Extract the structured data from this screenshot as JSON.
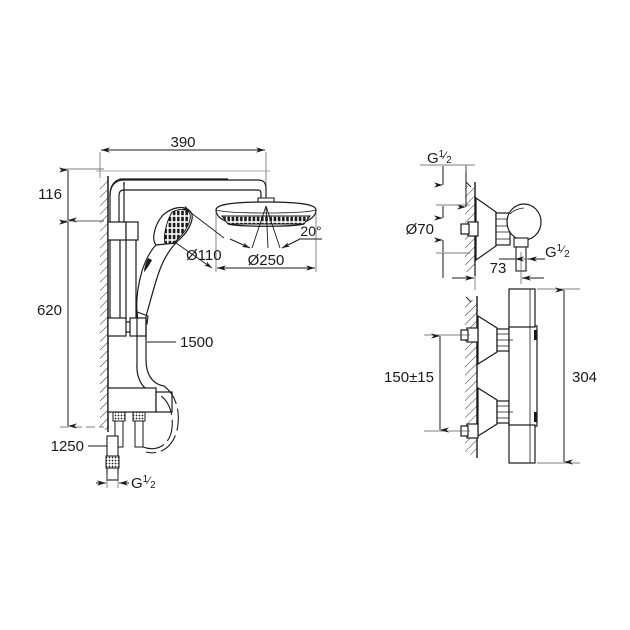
{
  "drawing": {
    "title": "Shower system technical dimension drawing",
    "line_color": "#1a1a1a",
    "thin_line_color": "#555555",
    "background": "#ffffff",
    "units": "mm"
  },
  "views": {
    "main": {
      "name": "shower-column-elevation",
      "dimensions": {
        "arm_length": "390",
        "head_to_bracket": "116",
        "wall_height": "620",
        "hand_shower_head_dia": "Ø110",
        "head_shower_dia": "Ø250",
        "spray_angle": "20°",
        "hose_length": "1500",
        "lower_hose_length": "1250",
        "inlet_thread": "G",
        "inlet_thread_num": "1",
        "inlet_thread_den": "2"
      }
    },
    "top_right": {
      "name": "wall-union-detail",
      "dimensions": {
        "top_thread": "G",
        "top_thread_num": "1",
        "top_thread_den": "2",
        "escutcheon_dia": "Ø70",
        "projection": "73",
        "outlet_thread": "G",
        "outlet_thread_num": "1",
        "outlet_thread_den": "2"
      }
    },
    "bottom_right": {
      "name": "thermostat-side-view",
      "dimensions": {
        "centre_distance": "150±15",
        "overall_length": "304"
      }
    }
  }
}
